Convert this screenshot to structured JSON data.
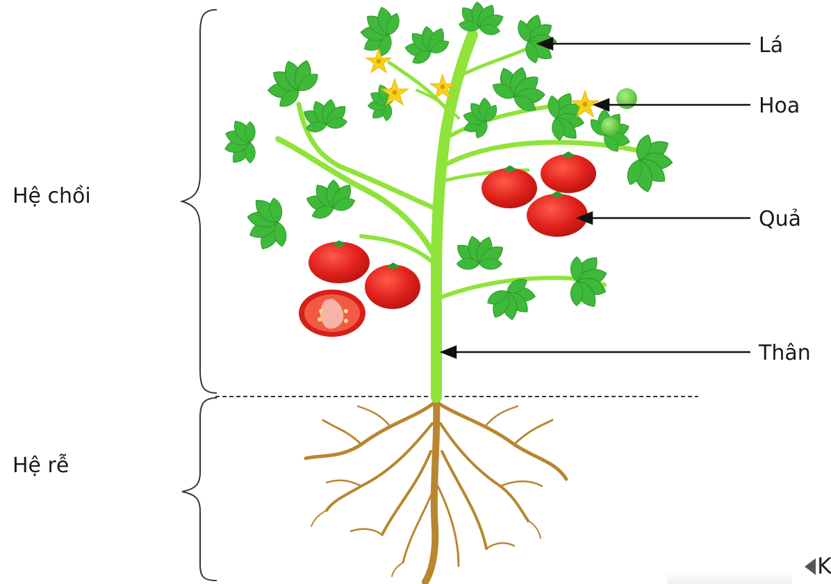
{
  "labels": {
    "la": "Lá",
    "hoa": "Hoa",
    "qua": "Quả",
    "than": "Thân",
    "he_choi": "Hệ chồi",
    "he_re": "Hệ rễ"
  },
  "nav": {
    "prev_partial_text": "K"
  },
  "colors": {
    "stem": "#8fe33a",
    "leaf": "#3fb93a",
    "leaf_dark": "#2f9a2e",
    "fruit": "#e0201b",
    "flower": "#f7d21a",
    "root": "#b8862f",
    "line": "#111111"
  },
  "icons": [
    "arrow-icon",
    "brace-icon",
    "tomato-icon",
    "flower-icon",
    "leaf-icon"
  ]
}
